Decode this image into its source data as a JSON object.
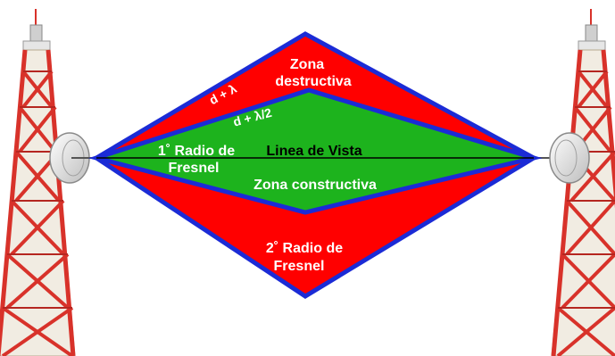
{
  "diagram": {
    "labels": {
      "zona_destructiva_line1": "Zona",
      "zona_destructiva_line2": "destructiva",
      "d_plus_lambda": "d + λ",
      "d_plus_half_lambda": "d + λ/2",
      "primer_radio_line1": "1˚ Radio de",
      "primer_radio_line2": "Fresnel",
      "linea_de_vista": "Linea de Vista",
      "zona_constructiva": "Zona constructiva",
      "segundo_radio_line1": "2˚ Radio de",
      "segundo_radio_line2": "Fresnel"
    },
    "colors": {
      "outer_zone": "#ff0000",
      "inner_zone": "#1db31d",
      "outline": "#1b2bd6",
      "tower_red": "#d8322a",
      "tower_white": "#f1ece2"
    },
    "icons": [
      "antenna-tower-icon",
      "dish-antenna-icon"
    ]
  }
}
